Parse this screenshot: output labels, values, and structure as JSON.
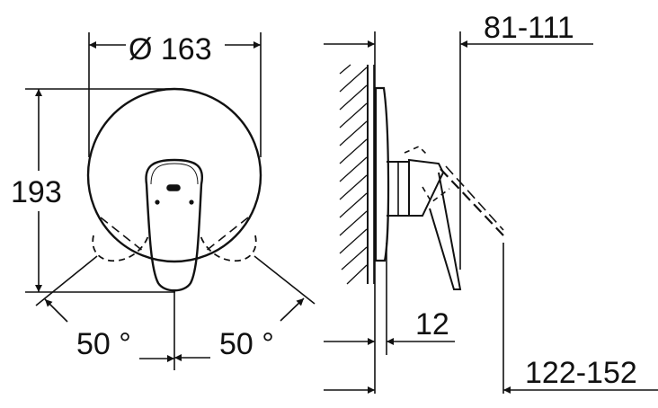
{
  "drawing": {
    "type": "technical dimension drawing",
    "front_view": {
      "diameter_label": "Ø 163",
      "height_label": "193",
      "angle_left_label": "50 °",
      "angle_right_label": "50 °"
    },
    "side_view": {
      "projection_label": "81-111",
      "plate_label": "12",
      "total_label": "122-152"
    },
    "colors": {
      "line": "#111111",
      "background": "#ffffff"
    }
  }
}
